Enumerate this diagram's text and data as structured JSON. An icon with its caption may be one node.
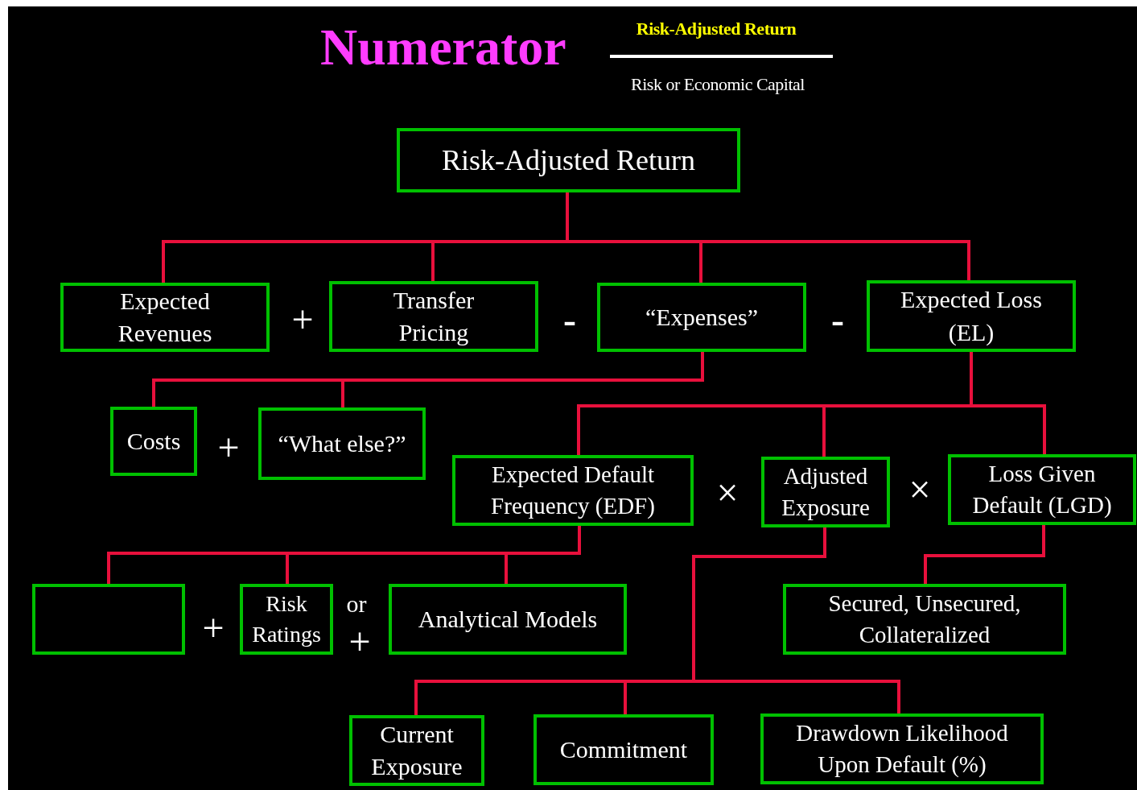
{
  "diagram": {
    "title": "Numerator",
    "nodes": [
      {
        "text": [
          "Risk-Adjusted Return"
        ]
      },
      {
        "text": [
          "Expected Revenues"
        ]
      },
      {
        "text": [
          "Transfer Pricing"
        ]
      },
      {
        "text": [
          "“Expenses”"
        ]
      },
      {
        "text": [
          "Expected Loss (EL)"
        ]
      },
      {
        "text": [
          "Costs"
        ]
      },
      {
        "text": [
          "“What else?”"
        ]
      },
      {
        "text": [
          "Expected Default Frequency (EDF)"
        ]
      },
      {
        "text": [
          "Adjusted Exposure"
        ]
      },
      {
        "text": [
          "Loss Given Default (LGD)"
        ]
      },
      {
        "text": [],
        "shape": "box"
      },
      {
        "text": [
          "Risk Ratings"
        ]
      },
      {
        "text": [
          "Analytical Models"
        ]
      },
      {
        "text": [
          "Secured, Unsecured, Collateralized"
        ]
      },
      {
        "text": [
          "Current Exposure"
        ]
      },
      {
        "text": [
          "Commitment"
        ]
      },
      {
        "text": [
          "Drawdown Likelihood Upon Default (%)"
        ]
      }
    ],
    "edges": [
      {
        "from": 0,
        "to": 1,
        "arrow": "none"
      },
      {
        "from": 0,
        "to": 2,
        "arrow": "none"
      },
      {
        "from": 0,
        "to": 3,
        "arrow": "none"
      },
      {
        "from": 0,
        "to": 4,
        "arrow": "none"
      },
      {
        "from": 3,
        "to": 5,
        "arrow": "none"
      },
      {
        "from": 3,
        "to": 6,
        "arrow": "none"
      },
      {
        "from": 4,
        "to": 7,
        "arrow": "none"
      },
      {
        "from": 4,
        "to": 8,
        "arrow": "none"
      },
      {
        "from": 4,
        "to": 9,
        "arrow": "none"
      },
      {
        "from": 7,
        "to": 10,
        "arrow": "none"
      },
      {
        "from": 7,
        "to": 11,
        "arrow": "none"
      },
      {
        "from": 7,
        "to": 12,
        "arrow": "none"
      },
      {
        "from": 9,
        "to": 13,
        "arrow": "none"
      },
      {
        "from": 8,
        "to": 14,
        "arrow": "none"
      },
      {
        "from": 8,
        "to": 15,
        "arrow": "none"
      },
      {
        "from": 8,
        "to": 16,
        "arrow": "none"
      }
    ],
    "labels": [
      "Risk-Adjusted Return",
      "Risk or Economic Capital",
      "+",
      "-",
      "-",
      "+",
      "×",
      "×",
      "+",
      "or",
      "+"
    ]
  }
}
